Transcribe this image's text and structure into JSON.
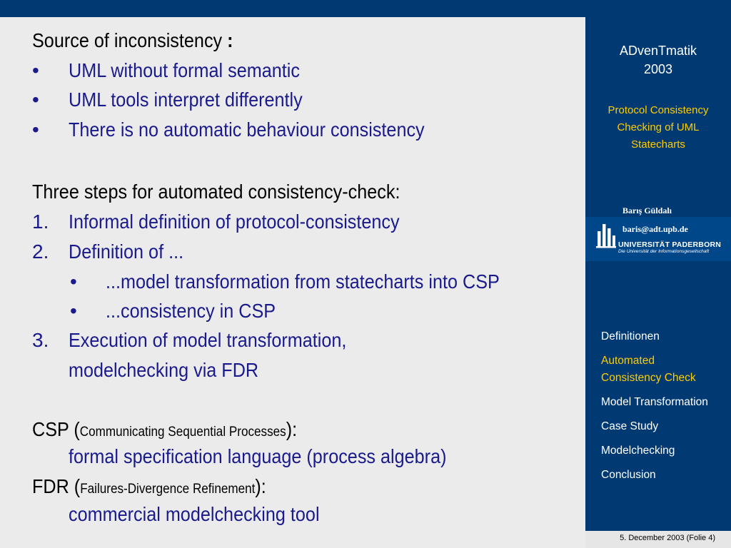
{
  "slide": {
    "source_heading": "Source of inconsistency",
    "source_colon": ":",
    "bullet": "•",
    "source_items": [
      "UML without formal semantic",
      "UML tools interpret differently",
      "There is no automatic behaviour consistency"
    ],
    "steps_heading": "Three steps for automated consistency-check:",
    "steps": [
      {
        "num": "1.",
        "text": "Informal definition of protocol-consistency"
      },
      {
        "num": "2.",
        "text": "Definition of ..."
      },
      {
        "num": "3.",
        "text": "Execution of model transformation,"
      }
    ],
    "step2_subitems": [
      "...model transformation from statecharts into  CSP",
      "...consistency in CSP"
    ],
    "step3_continuation": "modelchecking via FDR",
    "csp_term": "CSP (",
    "csp_expansion": "Communicating Sequential Processes",
    "csp_close": "):",
    "csp_description": "formal specification language (process algebra)",
    "fdr_term": "FDR (",
    "fdr_expansion": "Failures-Divergence Refinement",
    "fdr_close": "):",
    "fdr_description": "commercial modelchecking tool"
  },
  "sidebar": {
    "conference_name": "ADvenTmatik",
    "conference_year": "2003",
    "talk_title_lines": [
      "Protocol Consistency",
      "Checking of UML",
      "Statecharts"
    ],
    "author": "Barış Güldalı",
    "email": "baris@adt.upb.de",
    "university_name": "UNIVERSITÄT PADERBORN",
    "university_tagline": "Die Universität der Informationsgesellschaft",
    "nav_items": [
      {
        "label": "Definitionen"
      },
      {
        "label": "Automated",
        "active": true
      },
      {
        "label": "Consistency Check",
        "active": true
      },
      {
        "label": "Model Transformation"
      },
      {
        "label": "Case Study"
      },
      {
        "label": "Modelchecking"
      },
      {
        "label": "Conclusion"
      }
    ]
  },
  "footer": {
    "date_and_slide": "5. December 2003 (Folie 4)"
  },
  "colors": {
    "sidebar_bg": "#013a73",
    "brand_band": "#00478a",
    "slide_bg": "#ebebeb",
    "body_blue": "#1a1a8c",
    "accent_yellow": "#ffcc00"
  }
}
